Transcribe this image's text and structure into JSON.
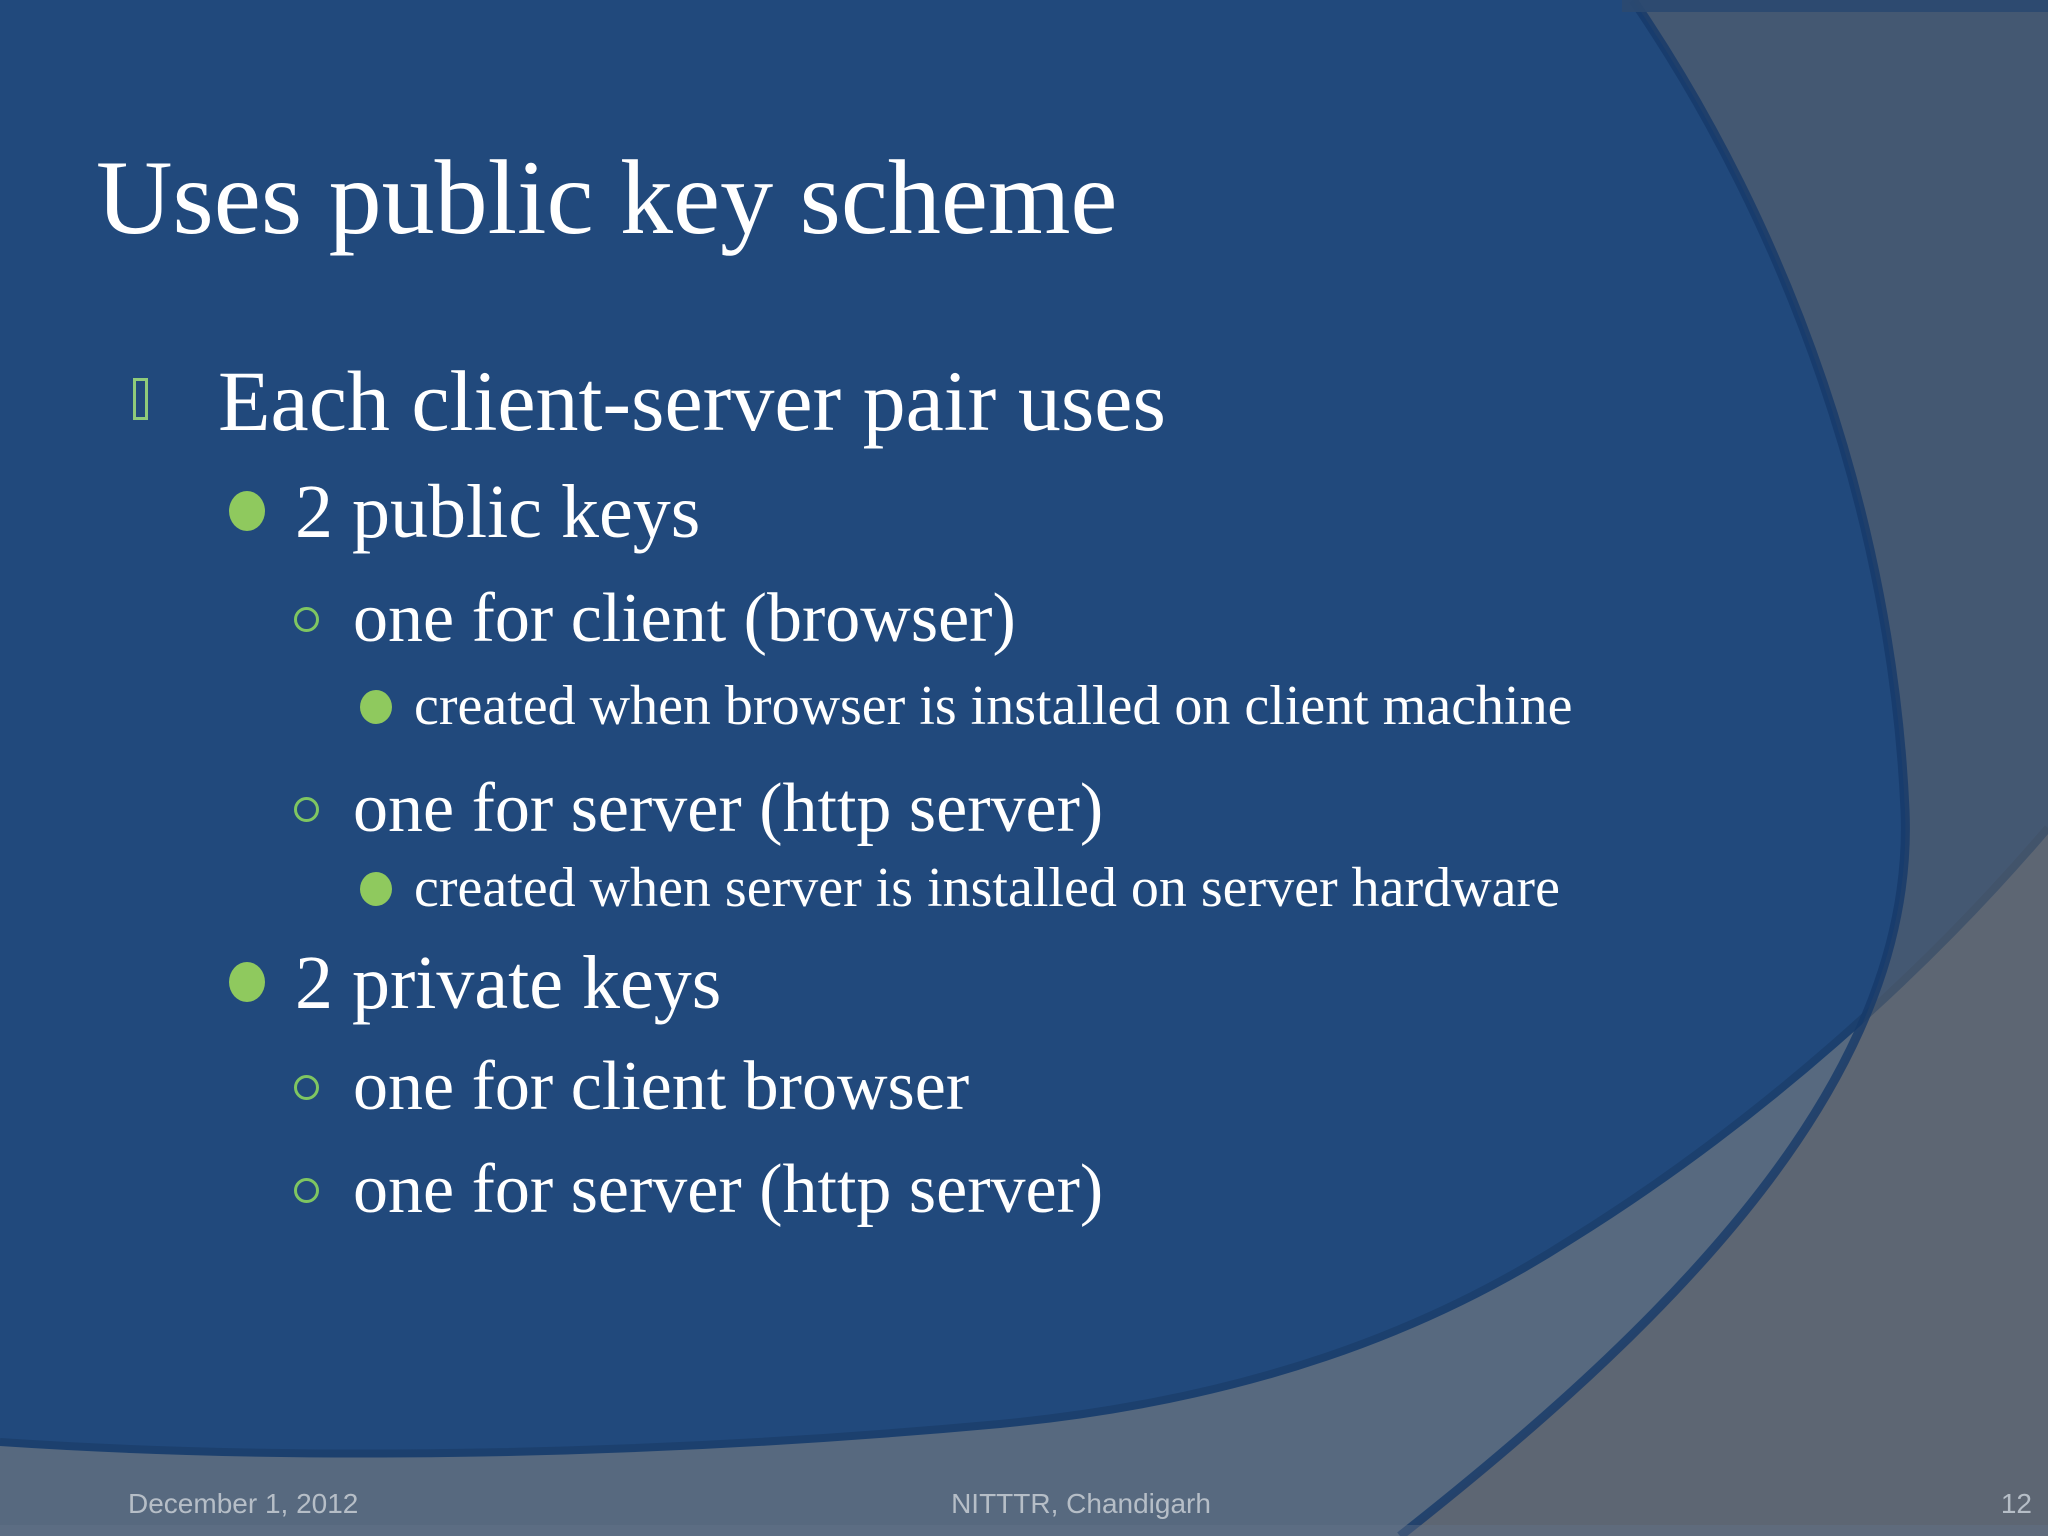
{
  "slide": {
    "title": "Uses public key scheme",
    "bullets": [
      {
        "level": 1,
        "text": "Each client-server pair uses"
      },
      {
        "level": 2,
        "text": "2 public keys"
      },
      {
        "level": 3,
        "text": "one for client (browser)"
      },
      {
        "level": 4,
        "text": "created when browser is installed on client machine"
      },
      {
        "level": 3,
        "text": "one for server (http server)"
      },
      {
        "level": 4,
        "text": "created when server is installed on server hardware"
      },
      {
        "level": 2,
        "text": "2 private keys"
      },
      {
        "level": 3,
        "text": "one for client browser"
      },
      {
        "level": 3,
        "text": "one for server (http server)"
      }
    ],
    "footer": {
      "date": "December 1, 2012",
      "center_text": "NITTTR, Chandigarh",
      "page_number": "12"
    },
    "icons": {
      "level1_bullet": "square-outline-bullet-icon",
      "level2_bullet": "filled-circle-bullet-icon",
      "level3_bullet": "hollow-circle-bullet-icon",
      "level4_bullet": "filled-circle-bullet-icon"
    },
    "colors": {
      "background_blue": "#21497C",
      "swoosh_gray": "#46586F",
      "wave_gray": "#57697F",
      "curve_edge_blue": "#1C406E",
      "bullet_green": "#8FC95E",
      "bullet_ring_green": "#7FC661",
      "bullet_box_green": "#8FCB7A",
      "title_text": "#FFFFFF",
      "body_text": "#FFFFFF",
      "footer_text": "#B6BEC7"
    }
  }
}
